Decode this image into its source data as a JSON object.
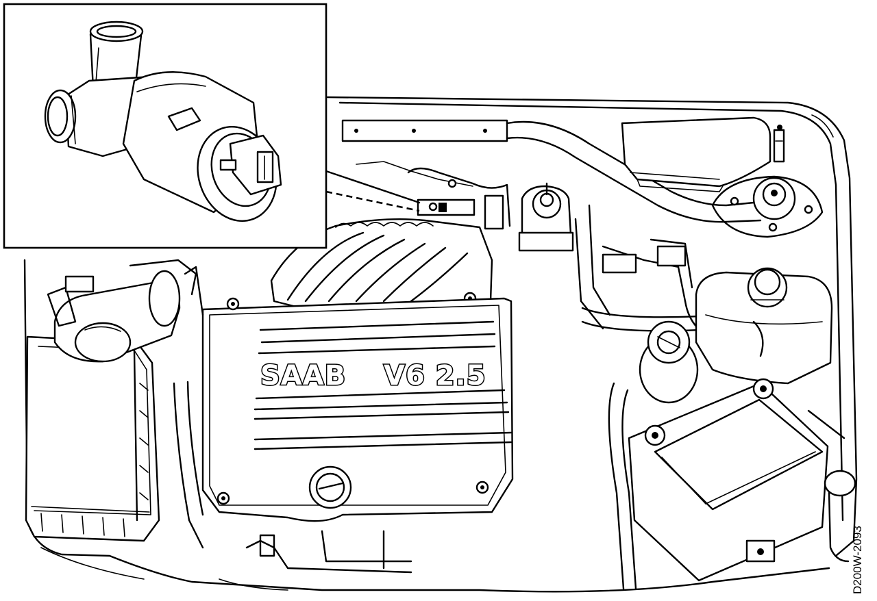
{
  "figure": {
    "engine_badge_brand": "SAAB",
    "engine_badge_model": "V6 2.5",
    "drawing_code": "D200W-2093"
  },
  "colors": {
    "ink": "#000000",
    "paper": "#ffffff"
  },
  "components": {
    "inset": "idle-air-control-valve-detail",
    "engine_cover": "engine-cover",
    "air_filter": "air-filter-housing",
    "coolant_tank": "coolant-expansion-tank",
    "battery": "battery",
    "washer_fluid": "washer-fluid-reservoir",
    "strut_tower": "strut-tower-mount"
  }
}
